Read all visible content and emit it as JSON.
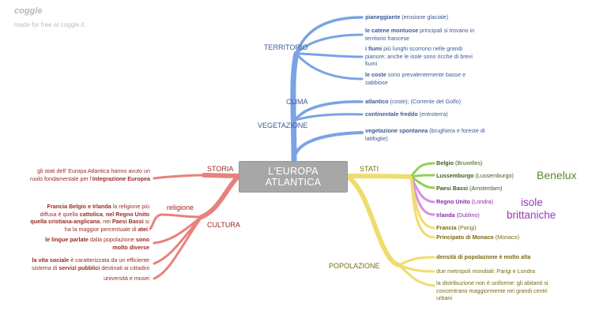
{
  "brand": {
    "logo": "coggle",
    "tagline": "made for free at coggle.it"
  },
  "center": {
    "line1": "L'EUROPA",
    "line2": "ATLANTICA"
  },
  "branches": {
    "territorio": {
      "label": "TERRITORIO",
      "items": [
        {
          "bold": "pianeggiante",
          "rest": " (erosione glaciale)"
        },
        {
          "bold": "le catene montuose",
          "rest": " principali si trovano in territorio francese"
        },
        {
          "bold": "i fiumi",
          "rest": " più lunghi scorrono nelle grandi pianure; anche le isole sono ricche di brevi fiumi"
        },
        {
          "bold": "le coste",
          "rest": " sono prevalentemente basse e sabbiose"
        }
      ]
    },
    "clima": {
      "label": "CLIMA",
      "items": [
        {
          "bold": "atlantico",
          "rest": " (coste); (Corrente del Golfo)"
        },
        {
          "bold": "continentale freddo",
          "rest": " (entroterra)"
        }
      ]
    },
    "vegetazione": {
      "label": "VEGETAZIONE",
      "items": [
        {
          "bold": "vegetazione spontanea",
          "rest": " (brughiera e foreste di latifoglie)"
        }
      ]
    },
    "stati": {
      "label": "STATI",
      "items": [
        {
          "bold": "Belgio",
          "rest": " (Bruxelles)"
        },
        {
          "bold": "Lussemburgo",
          "rest": " (Lussemburgo)"
        },
        {
          "bold": "Paesi Bassi",
          "rest": " (Amsterdam)"
        },
        {
          "bold": "Regno Unito",
          "rest": " (Londra)"
        },
        {
          "bold": "Irlanda",
          "rest": " (Dublino)"
        },
        {
          "bold": "Francia",
          "rest": " (Parigi)"
        },
        {
          "bold": "Principato di Monaco",
          "rest": " (Monaco)"
        }
      ],
      "groups": {
        "benelux": "Benelux",
        "isole1": "isole",
        "isole2": "brittaniche"
      }
    },
    "popolazione": {
      "label": "POPOLAZIONE",
      "items": [
        {
          "bold": "densità di popolazione è molto alta",
          "rest": ""
        },
        {
          "bold": "",
          "rest": "due metropoli mondiali: Parigi e Londra"
        },
        {
          "bold": "",
          "rest": "la distribuzione non è uniforme: gli abitanti si concentrano maggiormente nei grandi centri urbani"
        }
      ]
    },
    "storia": {
      "label": "STORIA",
      "items": [
        {
          "pre": "gli stati dell' Europa Atlantica hanno avuto un ruolo fondamentale per l'",
          "bold": "integrazione Europea"
        }
      ]
    },
    "cultura": {
      "label": "CULTURA",
      "religione_label": "religione",
      "religione_text": [
        {
          "b": false,
          "s": ""
        },
        {
          "b": true,
          "s": "Francia Belgio e Irlanda"
        },
        {
          "b": false,
          "s": " la religione più diffusa è quella "
        },
        {
          "b": true,
          "s": "cattolica"
        },
        {
          "b": false,
          "s": ", "
        },
        {
          "b": true,
          "s": "nel Regno Unito quella cristiana-anglicana"
        },
        {
          "b": false,
          "s": ", nei "
        },
        {
          "b": true,
          "s": "Paesi Bassi"
        },
        {
          "b": false,
          "s": " si ha la maggior percentuale di "
        },
        {
          "b": true,
          "s": "atei"
        },
        {
          "b": false,
          "s": "."
        }
      ],
      "lingue": [
        {
          "b": true,
          "s": "le lingue parlate"
        },
        {
          "b": false,
          "s": " dalla popolazione "
        },
        {
          "b": true,
          "s": "sono molto diverse"
        }
      ],
      "vita": [
        {
          "b": true,
          "s": "la vita sociale"
        },
        {
          "b": false,
          "s": " è caratterizzata da un efficiente sistema di "
        },
        {
          "b": true,
          "s": "servizi pubblici"
        },
        {
          "b": false,
          "s": " destinati ai cittadini"
        }
      ],
      "musei": "università e musei"
    }
  },
  "colors": {
    "blue": "#7aa3e5",
    "green": "#8fd14f",
    "purple": "#d98ee8",
    "yellow": "#f0dc6e",
    "red": "#e8817b",
    "center": "#a7a7a7"
  }
}
